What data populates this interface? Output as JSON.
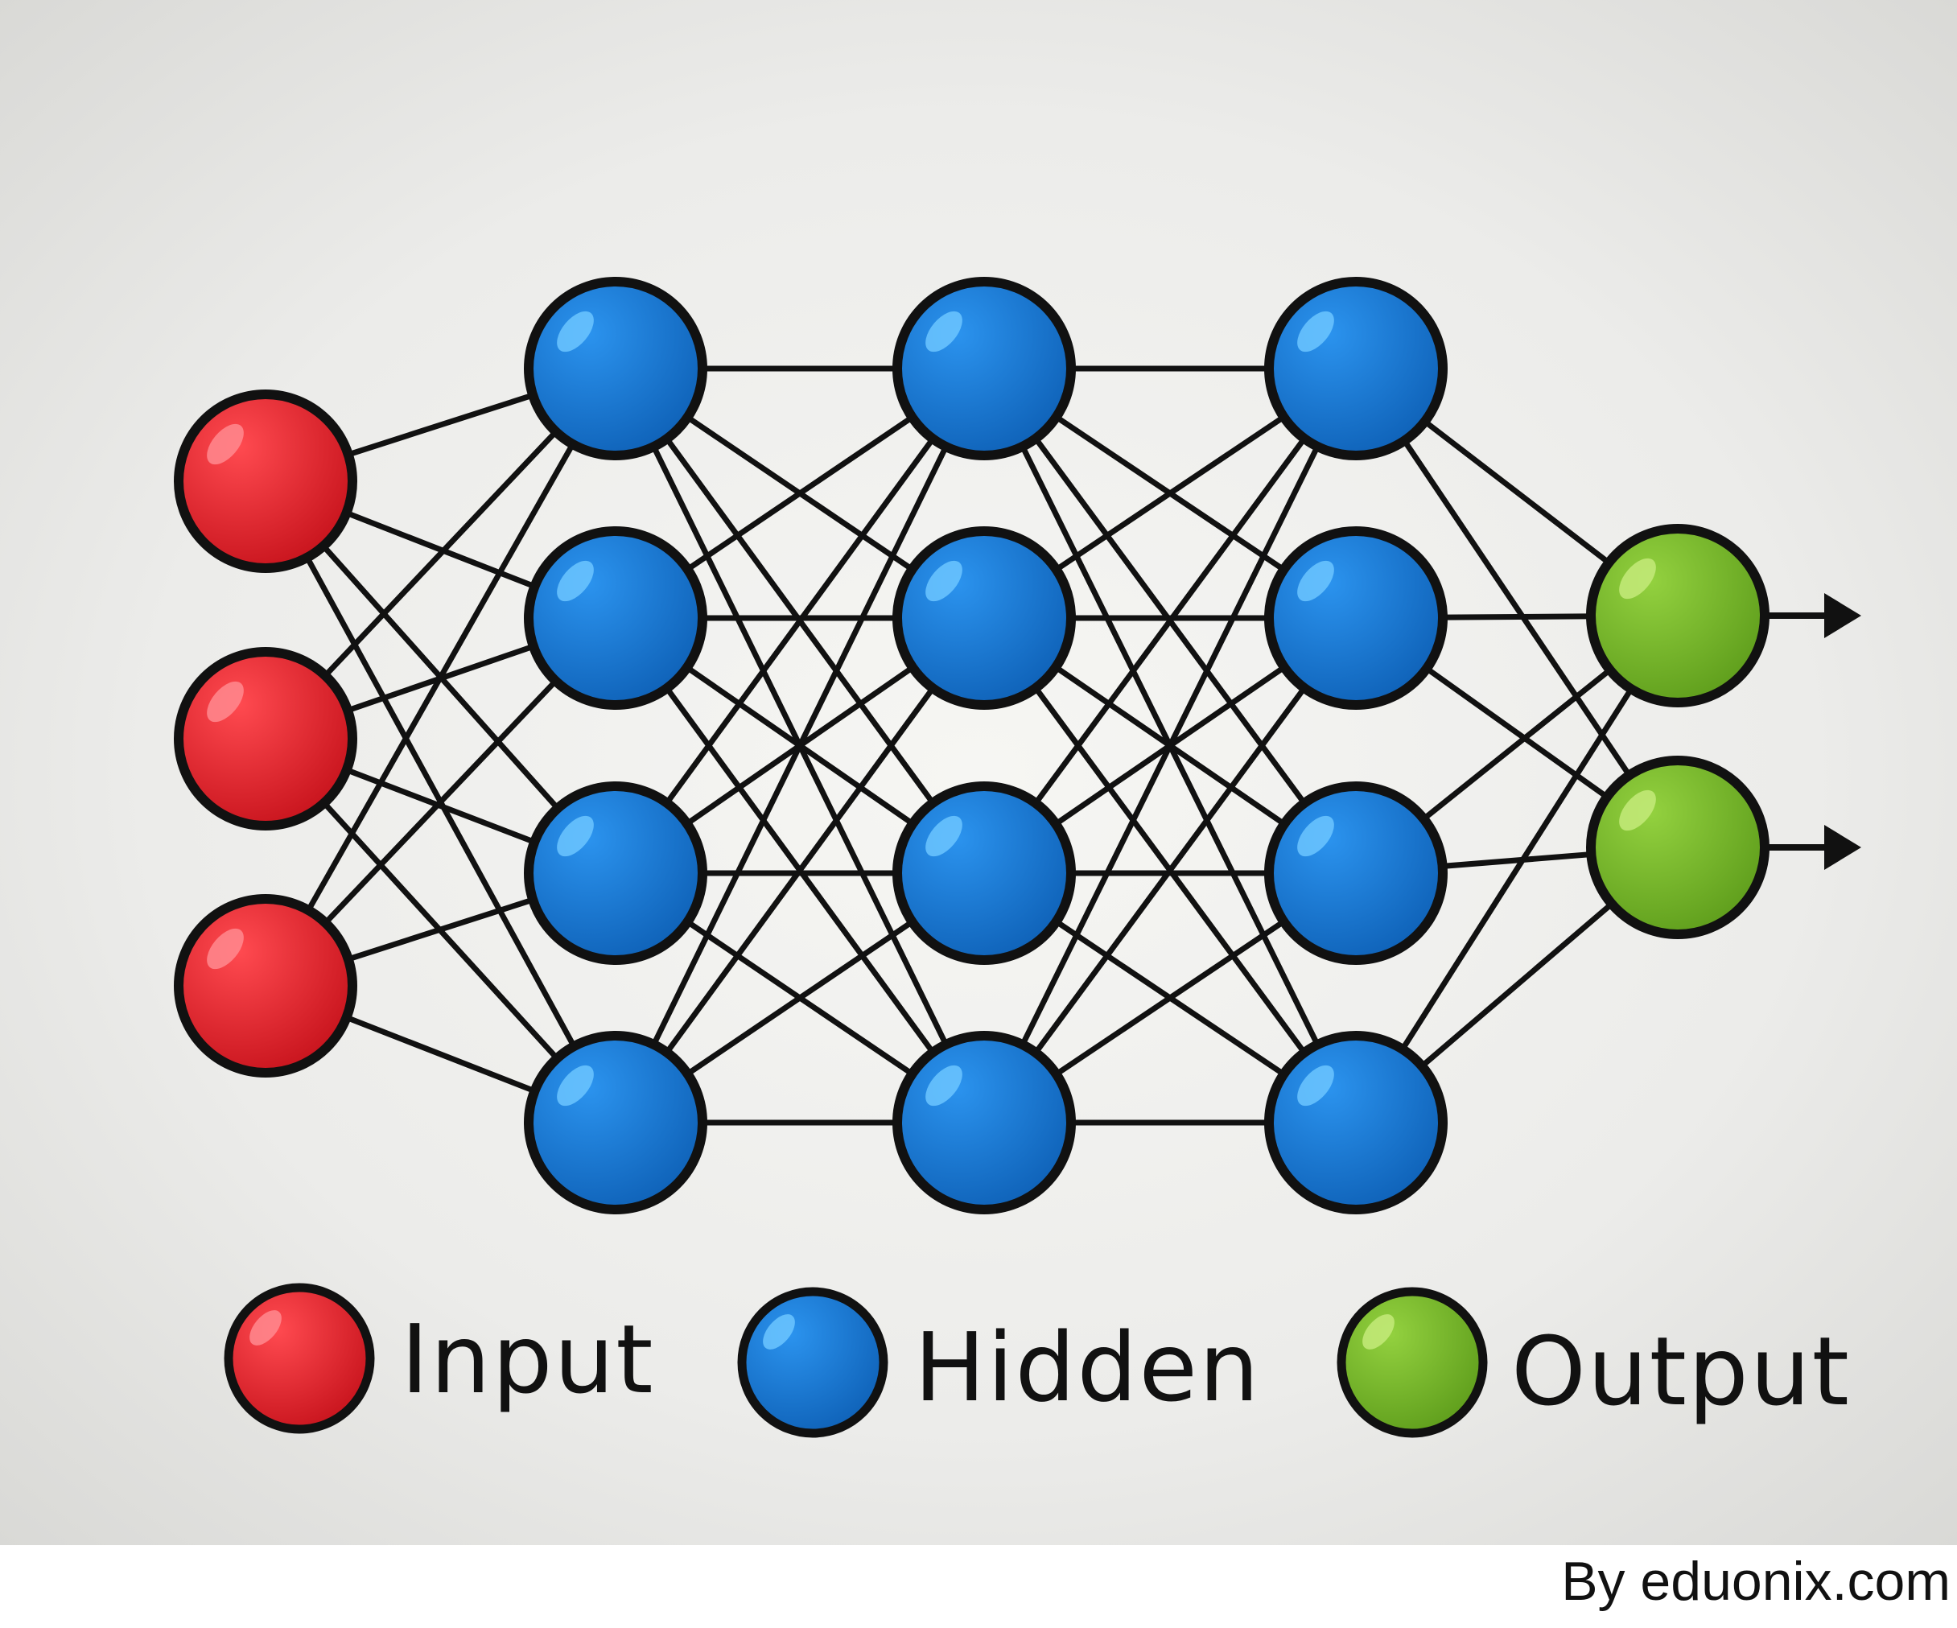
{
  "colors": {
    "input": "#e3202b",
    "hidden": "#1877d6",
    "output": "#7bbf2a",
    "outline": "#111111",
    "connection": "#111111"
  },
  "layers": [
    {
      "role": "input",
      "nodes": 3
    },
    {
      "role": "hidden",
      "nodes": 4
    },
    {
      "role": "hidden",
      "nodes": 4
    },
    {
      "role": "hidden",
      "nodes": 4
    },
    {
      "role": "output",
      "nodes": 2
    }
  ],
  "connections": "fully-connected between adjacent layers",
  "output_arrows": 2,
  "legend": {
    "input_label": "Input",
    "hidden_label": "Hidden",
    "output_label": "Output"
  },
  "credit": "By eduonix.com"
}
